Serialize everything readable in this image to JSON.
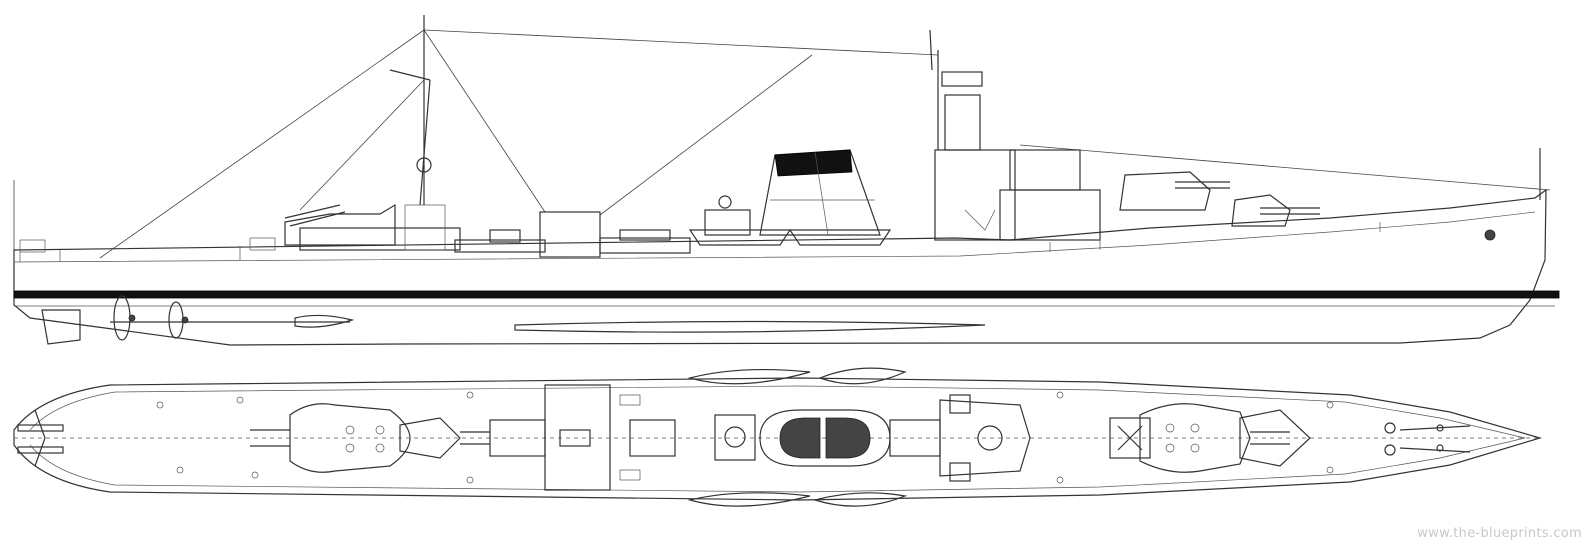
{
  "drawing": {
    "views": [
      "side-profile",
      "top-plan"
    ],
    "line_color": "#333333",
    "background": "#ffffff",
    "boot_topping_color": "#111111"
  },
  "watermark": {
    "text": "www.the-blueprints.com"
  }
}
